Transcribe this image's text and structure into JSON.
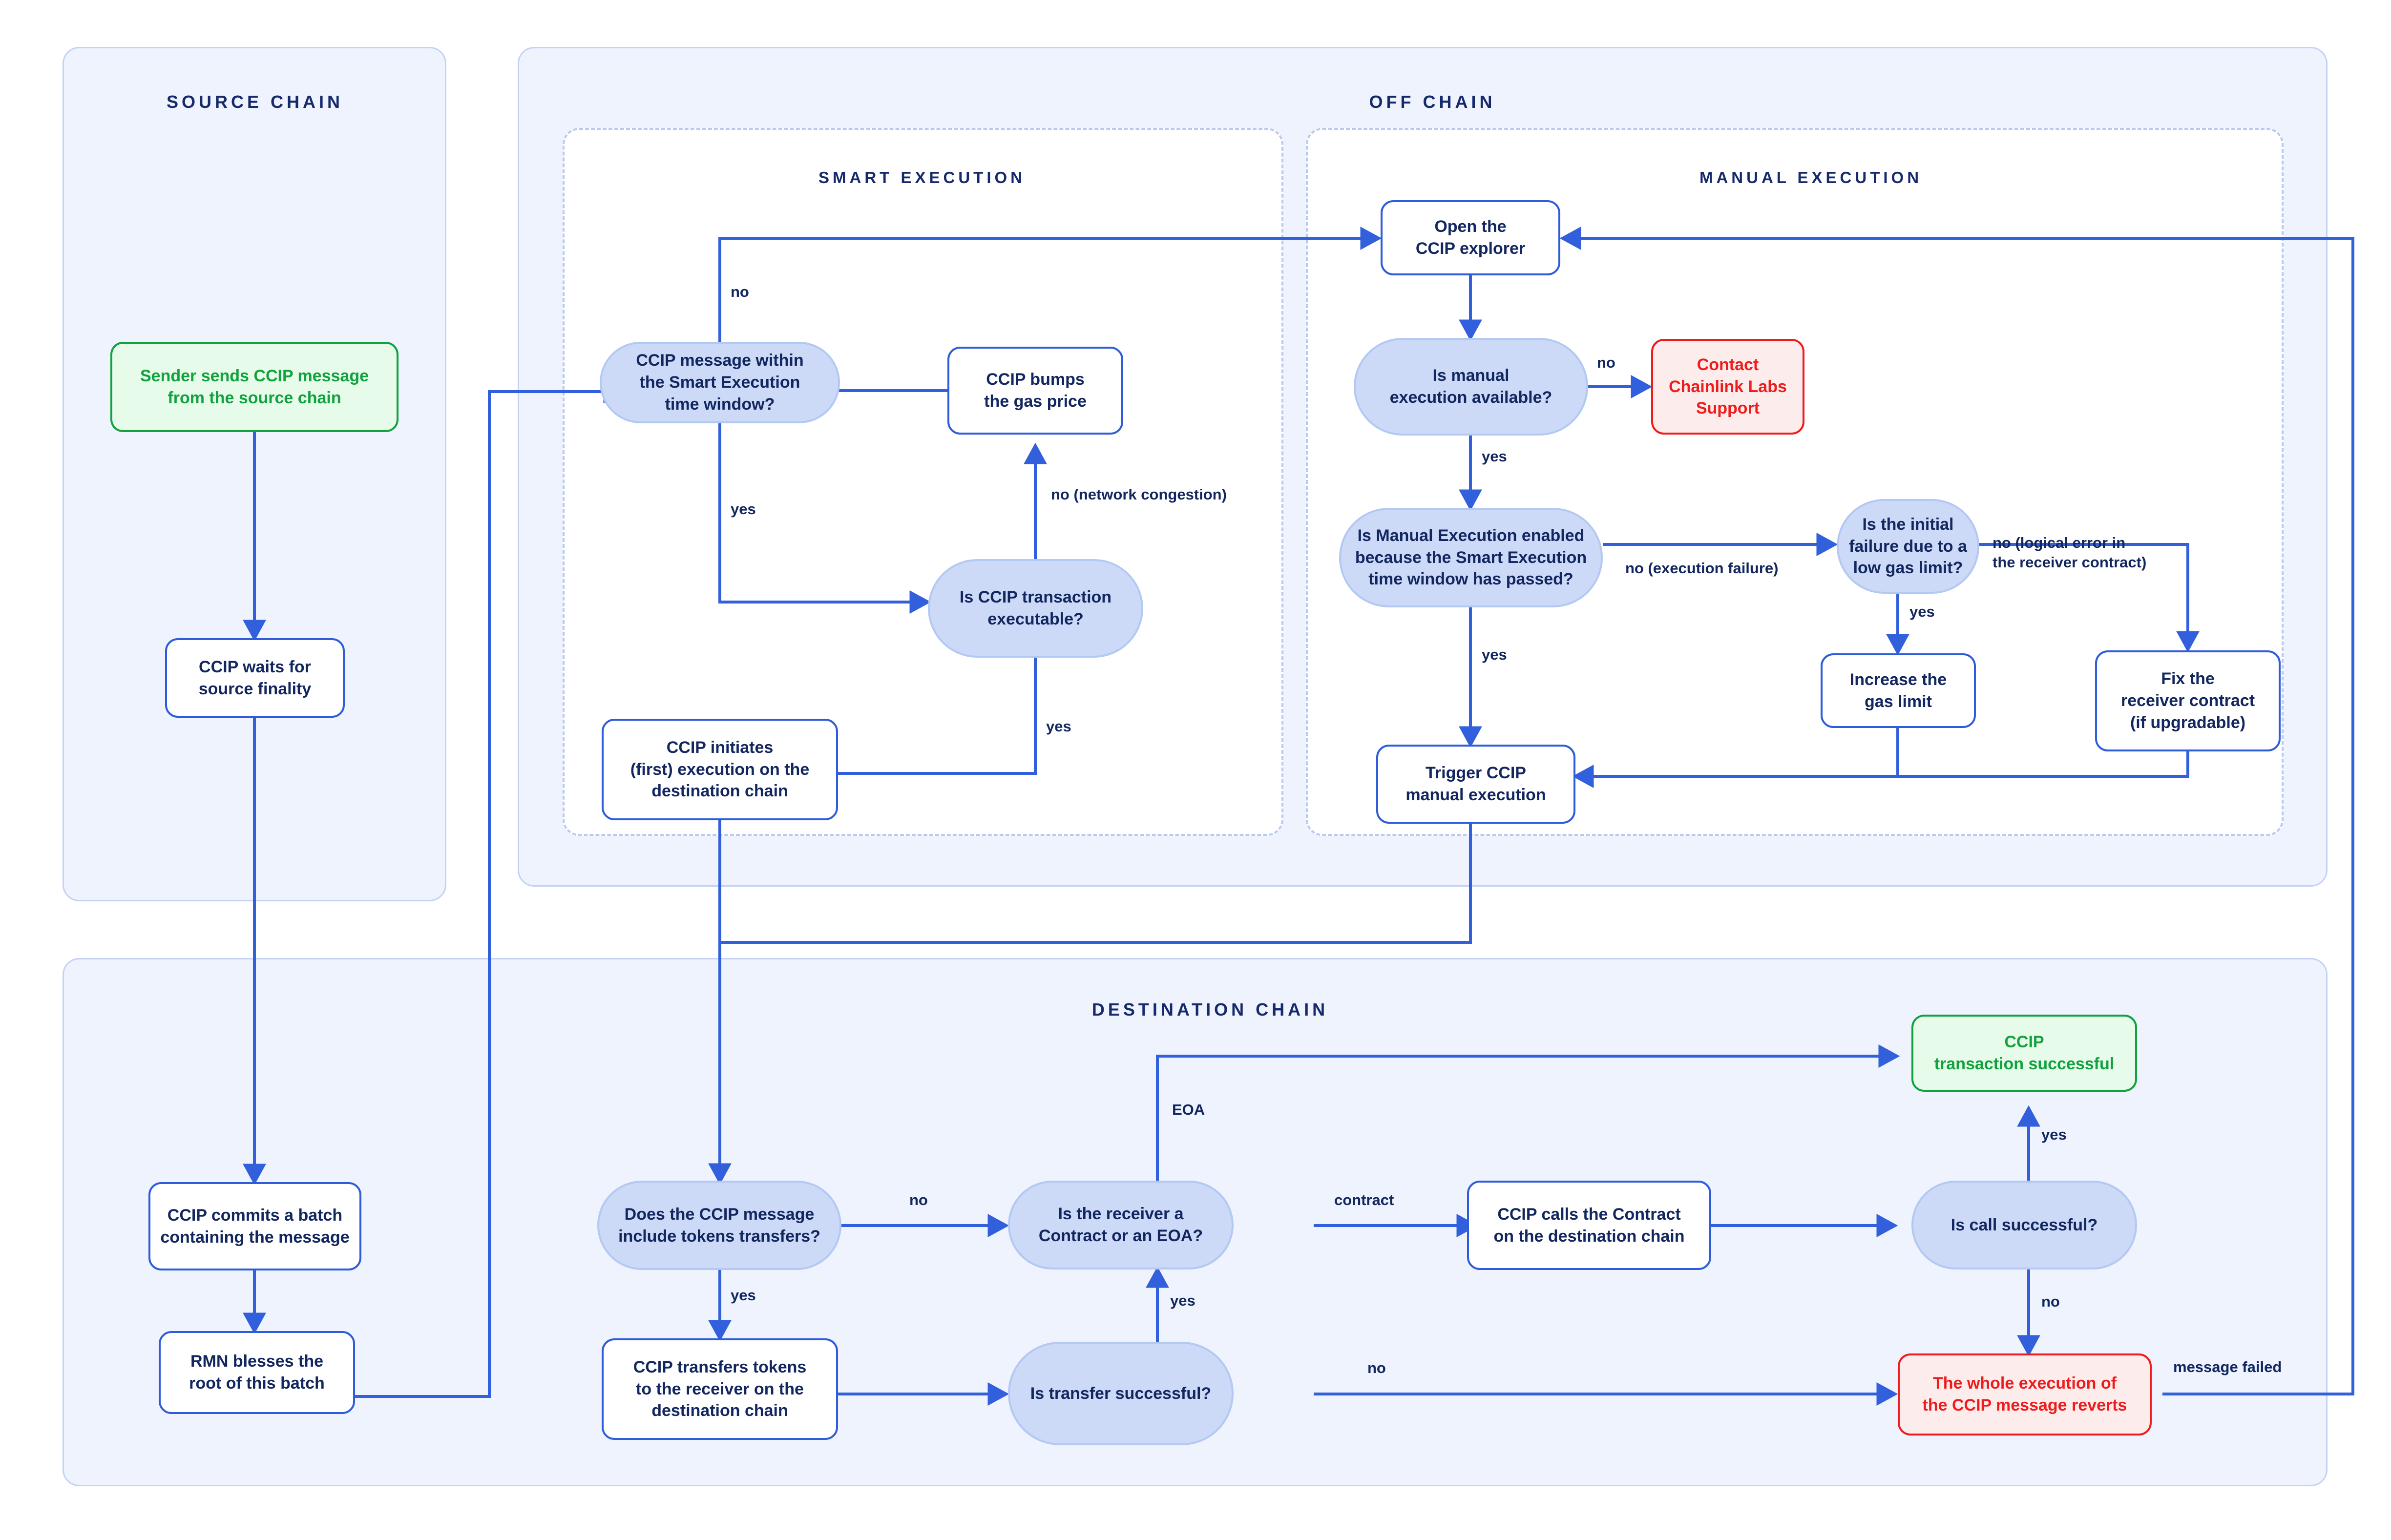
{
  "diagram": {
    "title_source_chain": "SOURCE CHAIN",
    "title_off_chain": "OFF CHAIN",
    "title_smart_execution": "SMART EXECUTION",
    "title_manual_execution": "MANUAL EXECUTION",
    "title_destination_chain": "DESTINATION CHAIN"
  },
  "colors": {
    "panel_fill": "#eef3fd",
    "panel_border": "#c3d2f5",
    "subpanel_border": "#b8caf2",
    "process_border": "#2f5cdb",
    "decision_fill": "#ccd9f7",
    "decision_border": "#b3c8f3",
    "text_navy": "#12265f",
    "success_green": "#11a23e",
    "success_fill": "#e6fbea",
    "error_red": "#ee1c1c",
    "error_fill": "#fdecec",
    "arrow": "#3260dc"
  },
  "nodes": {
    "sender_sends": "Sender sends CCIP message\nfrom the source chain",
    "waits_finality": "CCIP waits for\nsource finality",
    "commits_batch": "CCIP commits a batch\ncontaining the message",
    "rmn_blesses": "RMN blesses the\nroot of this batch",
    "within_window": "CCIP message within\nthe Smart Execution\ntime window?",
    "bumps_gas": "CCIP bumps\nthe gas price",
    "tx_executable": "Is CCIP transaction\nexecutable?",
    "initiates_exec": "CCIP initiates\n(first) execution on the\ndestination chain",
    "open_explorer": "Open the\nCCIP explorer",
    "manual_available": "Is manual\nexecution available?",
    "contact_support": "Contact\nChainlink Labs\nSupport",
    "manual_enabled": "Is Manual Execution enabled\nbecause the Smart Execution\ntime window has passed?",
    "initial_failure": "Is the initial\nfailure due to a\nlow gas limit?",
    "increase_gas": "Increase the\ngas limit",
    "fix_receiver": "Fix the\nreceiver contract\n(if upgradable)",
    "trigger_manual": "Trigger CCIP\nmanual execution",
    "includes_tokens": "Does the CCIP message\ninclude tokens transfers?",
    "transfers_tokens": "CCIP transfers tokens\nto the receiver on the\ndestination chain",
    "transfer_successful": "Is transfer successful?",
    "receiver_type": "Is the receiver a\nContract or an EOA?",
    "calls_contract": "CCIP calls the Contract\non the destination chain",
    "call_successful": "Is call successful?",
    "tx_successful": "CCIP\ntransaction successful",
    "whole_reverts": "The whole execution of\nthe CCIP message reverts"
  },
  "edge_labels": {
    "no_window": "no",
    "yes_window": "yes",
    "no_congestion": "no (network congestion)",
    "yes_executable": "yes",
    "no_manual": "no",
    "yes_manual": "yes",
    "no_execution_failure": "no (execution failure)",
    "yes_manual_enabled": "yes",
    "no_logical_error": "no (logical error in\nthe receiver contract)",
    "yes_low_gas": "yes",
    "no_tokens": "no",
    "yes_tokens": "yes",
    "eoa": "EOA",
    "contract": "contract",
    "yes_transfer": "yes",
    "no_transfer": "no",
    "yes_call": "yes",
    "no_call": "no",
    "message_failed": "message failed"
  }
}
